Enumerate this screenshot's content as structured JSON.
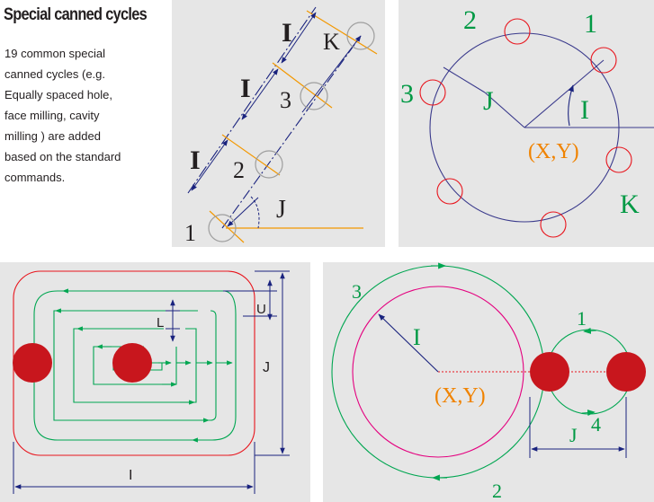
{
  "intro": {
    "title": "Special canned cycles",
    "description_lines": [
      "19 common special",
      "canned cycles (e.g.",
      "Equally spaced hole,",
      "face milling, cavity",
      "milling ) are added",
      "based on the standard",
      "commands."
    ]
  },
  "colors": {
    "panel_bg": "#e6e6e6",
    "blue_line": "#1a237e",
    "orange_line": "#f39800",
    "red": "#e8141c",
    "green": "#00a651",
    "magenta": "#e4007f",
    "label_green": "#009944",
    "label_orange": "#f08300",
    "hole_fill": "#c8161d"
  },
  "line_pattern": {
    "labels": {
      "I_top": "I",
      "I_mid": "I",
      "I_bottom": "I",
      "K": "K",
      "p3": "3",
      "p2": "2",
      "p1": "1",
      "J": "J"
    }
  },
  "circle_pattern": {
    "labels": {
      "p1": "1",
      "p2": "2",
      "p3": "3",
      "J": "J",
      "I": "I",
      "center": "(X,Y)",
      "K": "K"
    }
  },
  "pocket": {
    "labels": {
      "L": "L",
      "U": "U",
      "J": "J",
      "I": "I"
    }
  },
  "circle_milling": {
    "labels": {
      "p3": "3",
      "I": "I",
      "center": "(X,Y)",
      "p1": "1",
      "p4": "4",
      "J": "J",
      "p2": "2"
    }
  }
}
